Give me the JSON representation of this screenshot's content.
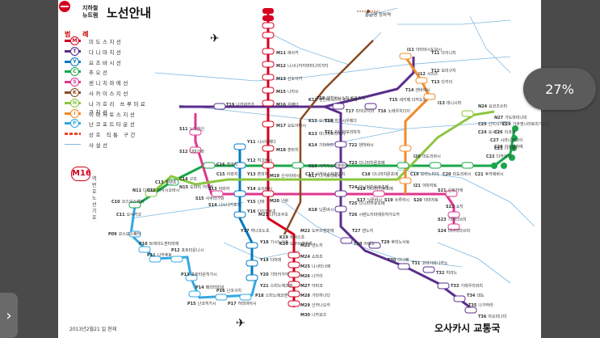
{
  "header": {
    "title": "노선안내",
    "sub1": "지하철",
    "sub2": "뉴트램"
  },
  "legend": {
    "title": "범 례",
    "items": [
      {
        "badge": "M",
        "label": "미도스지선",
        "color": "#d4001e"
      },
      {
        "badge": "T",
        "label": "다니마치선",
        "color": "#5a2d8c"
      },
      {
        "badge": "Y",
        "label": "요츠바시선",
        "color": "#0079c2"
      },
      {
        "badge": "C",
        "label": "추오선",
        "color": "#1aa64a"
      },
      {
        "badge": "S",
        "label": "센니치마에선",
        "color": "#e0368f"
      },
      {
        "badge": "K",
        "label": "사카이스지선",
        "color": "#8b4a22"
      },
      {
        "badge": "N",
        "label": "나가호리 쓰루미료쿠치선",
        "color": "#8cc63f"
      },
      {
        "badge": "I",
        "label": "이마자토스지선",
        "color": "#f08a2a"
      },
      {
        "badge": "P",
        "label": "난코포트타운선",
        "color": "#35a8e0"
      },
      {
        "badge": "",
        "label": "상호 직통 구간",
        "color": "#e8432a"
      },
      {
        "badge": "",
        "label": "사설선",
        "color": "#7fb8e0"
      }
    ]
  },
  "key": {
    "code": "M16",
    "line1": "역 번호",
    "line2": "노선 기호"
  },
  "top_legend": "종급행 정차역",
  "date_text": "2013년2월21 일 현재",
  "brand": "오사카시 교통국",
  "zoom": "27%",
  "next_icon": "chevron-right-icon",
  "stations": [
    {
      "name": "에사카",
      "code": "M11"
    },
    {
      "name": "니시나카지마미나미가타",
      "code": "M12"
    },
    {
      "name": "신오사카",
      "code": "M13"
    },
    {
      "name": "나카쓰",
      "code": "M15"
    },
    {
      "name": "우메다",
      "code": "M16"
    },
    {
      "name": "요도야바시",
      "code": "M17"
    },
    {
      "name": "혼마치",
      "code": "M18"
    },
    {
      "name": "신사이바시",
      "code": "M19"
    },
    {
      "name": "난바",
      "code": "M20"
    },
    {
      "name": "다이코쿠초",
      "code": "M21"
    },
    {
      "name": "도부쓰엔마에",
      "code": "M22"
    },
    {
      "name": "덴노지",
      "code": "M23"
    },
    {
      "name": "쇼와초",
      "code": "M24"
    },
    {
      "name": "니시타나베",
      "code": "M25"
    },
    {
      "name": "나가이",
      "code": "M26"
    },
    {
      "name": "아비코",
      "code": "M27"
    },
    {
      "name": "기타하나다",
      "code": "M28"
    },
    {
      "name": "신카나오카",
      "code": "M29"
    },
    {
      "name": "나카모즈",
      "code": "M30"
    },
    {
      "name": "다이니치",
      "code": "T11"
    },
    {
      "name": "모리구치",
      "code": "T12"
    },
    {
      "name": "다키이",
      "code": "T13"
    },
    {
      "name": "센바야시",
      "code": "T14"
    },
    {
      "name": "세키메 다카도노",
      "code": "T15"
    },
    {
      "name": "노에우치다이",
      "code": "T16"
    },
    {
      "name": "미야코지마",
      "code": "T17"
    },
    {
      "name": "덴진바시스지 로쿠초메",
      "code": "T18"
    },
    {
      "name": "나카자키초",
      "code": "T19"
    },
    {
      "name": "히가시우메다",
      "code": "T20"
    },
    {
      "name": "미나미모리마치",
      "code": "T21"
    },
    {
      "name": "덴마바시",
      "code": "T22"
    },
    {
      "name": "다니마치욘초메",
      "code": "T23"
    },
    {
      "name": "다니마치로쿠초메",
      "code": "T24"
    },
    {
      "name": "다니마치큐초메",
      "code": "T25"
    },
    {
      "name": "시텐노지마에유히가오카",
      "code": "T26"
    },
    {
      "name": "덴노지",
      "code": "T27"
    },
    {
      "name": "아베노",
      "code": "T28"
    },
    {
      "name": "후미노사토",
      "code": "T29"
    },
    {
      "name": "다나베",
      "code": "T30"
    },
    {
      "name": "고마가와나카노",
      "code": "T31"
    },
    {
      "name": "히라노",
      "code": "T32"
    },
    {
      "name": "기레우리와리",
      "code": "T33"
    },
    {
      "name": "데도",
      "code": "T34"
    },
    {
      "name": "나가하라",
      "code": "T35"
    },
    {
      "name": "야오미나미",
      "code": "T36"
    },
    {
      "name": "니시우메다",
      "code": "Y11"
    },
    {
      "name": "히고바시",
      "code": "Y12"
    },
    {
      "name": "혼마치",
      "code": "Y13"
    },
    {
      "name": "요쓰바시",
      "code": "Y14"
    },
    {
      "name": "난바",
      "code": "Y15"
    },
    {
      "name": "다이코쿠초",
      "code": "Y16"
    },
    {
      "name": "하나조노초",
      "code": "Y17"
    },
    {
      "name": "기시노사토",
      "code": "Y18"
    },
    {
      "name": "다마데",
      "code": "Y19"
    },
    {
      "name": "기타카가야",
      "code": "Y20"
    },
    {
      "name": "스미노에코엔",
      "code": "Y21"
    },
    {
      "name": "코스모스퀘어",
      "code": "C10"
    },
    {
      "name": "오사카코",
      "code": "C11"
    },
    {
      "name": "아사시오바시",
      "code": "C12"
    },
    {
      "name": "벤텐초",
      "code": "C13"
    },
    {
      "name": "구조",
      "code": "C14"
    },
    {
      "name": "아와자",
      "code": "C15"
    },
    {
      "name": "혼마치",
      "code": "C16"
    },
    {
      "name": "사카이스지혼마치",
      "code": "C17"
    },
    {
      "name": "다니마치욘초메",
      "code": "C18"
    },
    {
      "name": "모리노미야",
      "code": "C19"
    },
    {
      "name": "미도리바시",
      "code": "C20"
    },
    {
      "name": "후카에바시",
      "code": "C21"
    },
    {
      "name": "다카이다",
      "code": "C22"
    },
    {
      "name": "나가타",
      "code": "C23"
    },
    {
      "name": "요시다",
      "code": "C24"
    },
    {
      "name": "신이시키리",
      "code": "C25"
    },
    {
      "name": "이코마",
      "code": "C26"
    },
    {
      "name": "시라니와다이",
      "code": "C27"
    },
    {
      "name": "가쿠엔마에",
      "code": "C28"
    },
    {
      "name": "가쿠엔나라토미가오카",
      "code": "C29"
    },
    {
      "name": "노다한신",
      "code": "S11"
    },
    {
      "name": "다마가와",
      "code": "S12"
    },
    {
      "name": "아와자",
      "code": "S13"
    },
    {
      "name": "니시나가호리",
      "code": "S14"
    },
    {
      "name": "사쿠라가와",
      "code": "S15"
    },
    {
      "name": "닛폰바시",
      "code": "S17"
    },
    {
      "name": "다니마치큐초메",
      "code": "S18"
    },
    {
      "name": "쓰루하시",
      "code": "S19"
    },
    {
      "name": "이마자토",
      "code": "S20"
    },
    {
      "name": "신후카에",
      "code": "S21"
    },
    {
      "name": "쇼지",
      "code": "S22"
    },
    {
      "name": "기타타쓰미",
      "code": "S23"
    },
    {
      "name": "미나미타쓰미",
      "code": "S24"
    },
    {
      "name": "덴진바시스지 로쿠초메",
      "code": "K11"
    },
    {
      "name": "오기마치",
      "code": "K12"
    },
    {
      "name": "미나미모리마치",
      "code": "K13"
    },
    {
      "name": "기타하마",
      "code": "K14"
    },
    {
      "name": "사카이스지혼마치",
      "code": "K16"
    },
    {
      "name": "나가호리바시",
      "code": "K17"
    },
    {
      "name": "닛폰바시",
      "code": "K18"
    },
    {
      "name": "에비스초",
      "code": "K19"
    },
    {
      "name": "도부쓰엔마에",
      "code": "K20"
    },
    {
      "name": "다이쇼",
      "code": "N11"
    },
    {
      "name": "도마리 가마치",
      "code": "N15"
    },
    {
      "name": "요코즈쓰미",
      "code": "N24"
    },
    {
      "name": "가도마미나미",
      "code": "N27"
    },
    {
      "name": "이타바시도보시",
      "code": "I11"
    },
    {
      "name": "시미즈",
      "code": "I12"
    },
    {
      "name": "대니시마",
      "code": "I13"
    },
    {
      "name": "미도리바시",
      "code": "I20"
    },
    {
      "name": "이마자토",
      "code": "I21"
    },
    {
      "name": "코스모스퀘어",
      "code": "P09"
    },
    {
      "name": "트레이드센터마에",
      "code": "P10"
    },
    {
      "name": "나카후토",
      "code": "P11"
    },
    {
      "name": "포트타운니시",
      "code": "P12"
    },
    {
      "name": "포트타운히가시",
      "code": "P13"
    },
    {
      "name": "페리터미널",
      "code": "P14"
    },
    {
      "name": "난코히가시",
      "code": "P15"
    },
    {
      "name": "난코구치",
      "code": "P16"
    },
    {
      "name": "히라바야시",
      "code": "P17"
    },
    {
      "name": "스미노에코엔",
      "code": "P18"
    }
  ]
}
